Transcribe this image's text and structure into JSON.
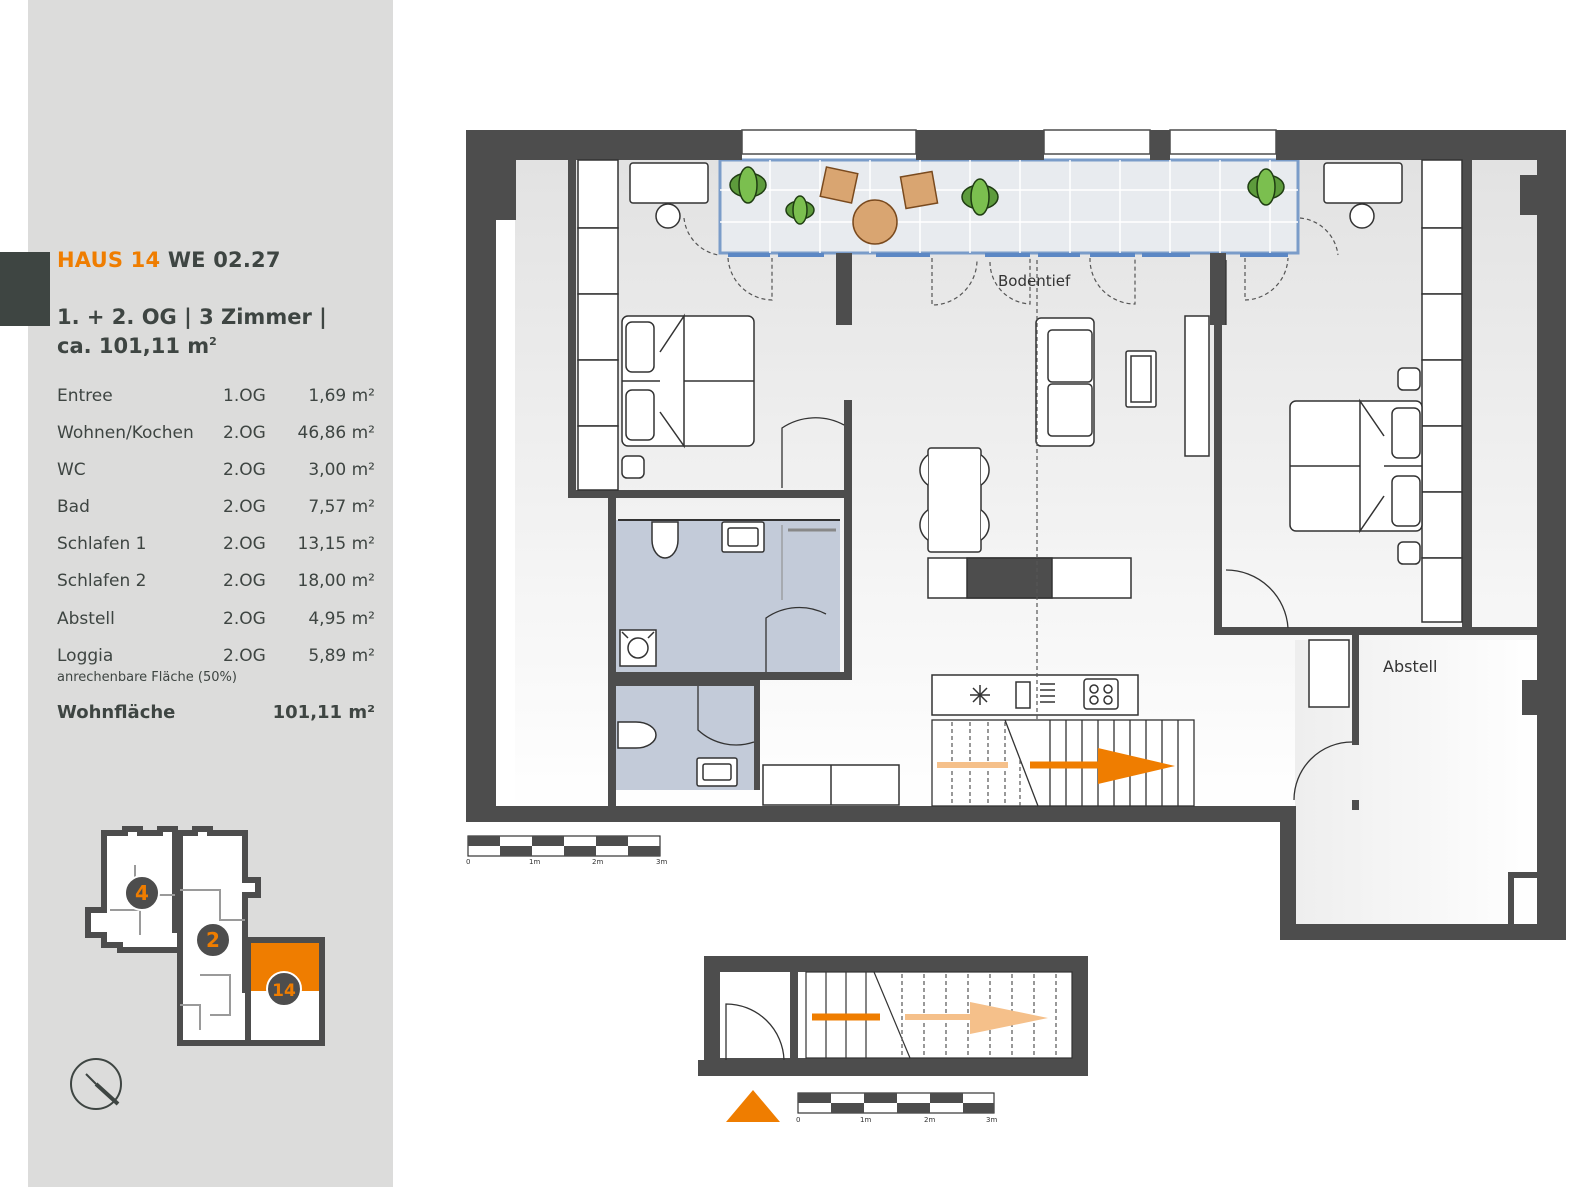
{
  "header": {
    "haus": "HAUS 14",
    "unit": "WE 02.27",
    "line1": "1. + 2. OG | 3 Zimmer |",
    "line2_prefix": "ca. 101,11 m",
    "sup": "2"
  },
  "rooms": [
    {
      "name": "Entree",
      "floor": "1.OG",
      "area": "1,69 m²"
    },
    {
      "name": "Wohnen/Kochen",
      "floor": "2.OG",
      "area": "46,86 m²"
    },
    {
      "name": "WC",
      "floor": "2.OG",
      "area": "3,00 m²"
    },
    {
      "name": "Bad",
      "floor": "2.OG",
      "area": "7,57 m²"
    },
    {
      "name": "Schlafen 1",
      "floor": "2.OG",
      "area": "13,15 m²"
    },
    {
      "name": "Schlafen 2",
      "floor": "2.OG",
      "area": "18,00 m²"
    },
    {
      "name": "Abstell",
      "floor": "2.OG",
      "area": "4,95 m²"
    },
    {
      "name": "Loggia",
      "floor": "2.OG",
      "area": "5,89 m²"
    }
  ],
  "loggia_note": "anrechenbare Fläche (50%)",
  "total": {
    "label": "Wohnfläche",
    "area": "101,11 m²"
  },
  "site_plan": {
    "labels": [
      "4",
      "2",
      "14"
    ],
    "highlight_color": "#ef7d00"
  },
  "plan_labels": {
    "bodentief": "Bodentief",
    "abstell": "Abstell"
  },
  "scale_labels": [
    "0",
    "1m",
    "2m",
    "3m"
  ],
  "colors": {
    "accent": "#ef7d00",
    "wall": "#4d4d4d",
    "wet_room": "#c3cbd9",
    "sidebar": "#dcdcdb"
  }
}
